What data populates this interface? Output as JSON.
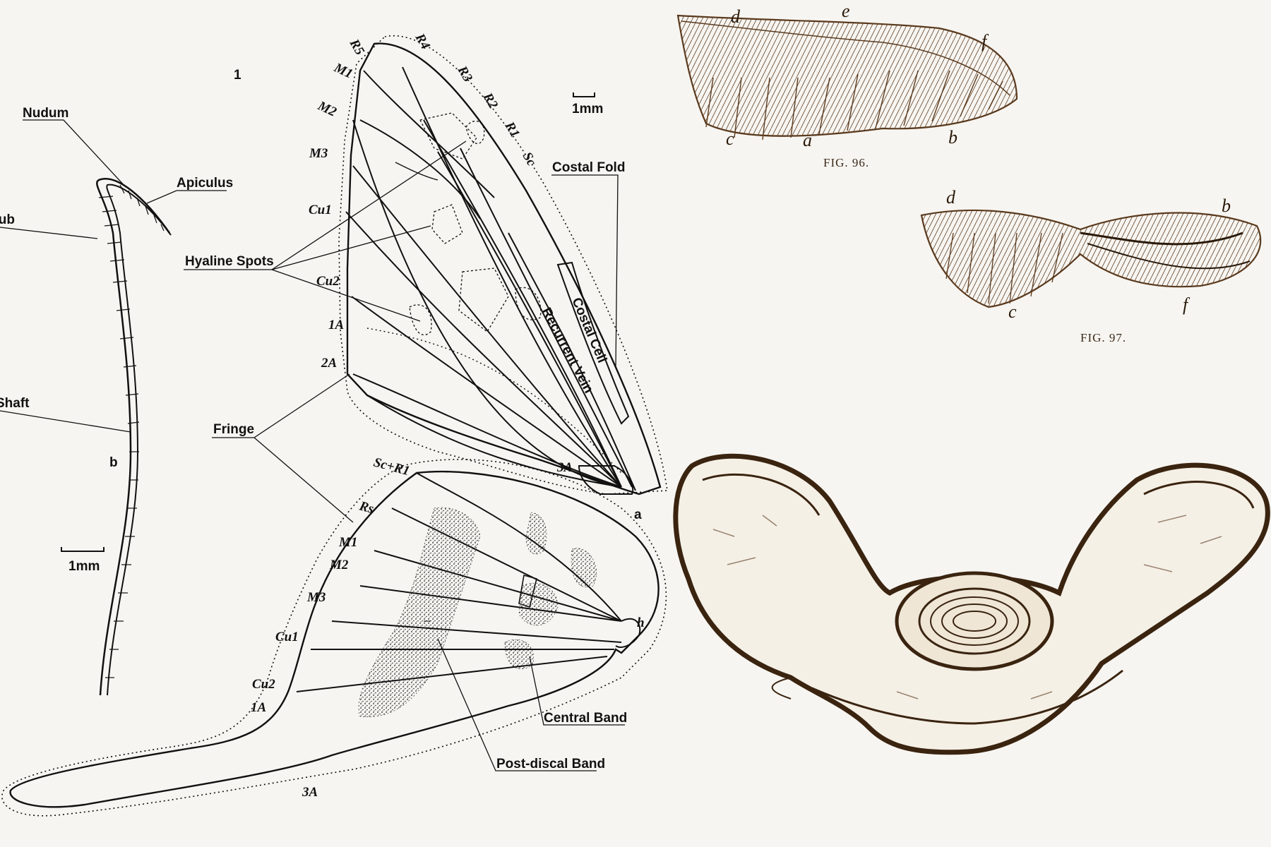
{
  "plate": {
    "number": "1",
    "panel_letters": {
      "a": "a",
      "b": "b",
      "h": "h"
    },
    "scale_labels": {
      "wing_scale": "1mm",
      "scale_scale": "1mm"
    }
  },
  "scale_labels": {
    "nudum": "Nudum",
    "apiculus": "Apiculus",
    "hub": "Hub",
    "shaft": "Shaft"
  },
  "forewing_veins": {
    "r5": "R5",
    "r4": "R4",
    "r3": "R3",
    "r2": "R2",
    "r1": "R1",
    "sc": "Sc",
    "m1": "M1",
    "m2": "M2",
    "m3": "M3",
    "cu1": "Cu1",
    "cu2": "Cu2",
    "a1": "1A",
    "a2": "2A",
    "a3": "3A"
  },
  "forewing_labels": {
    "costal_fold": "Costal Fold",
    "costal_cell": "Costal Cell",
    "recurrent_vein": "Recurrent Vein",
    "hyaline_spots": "Hyaline Spots",
    "fringe": "Fringe"
  },
  "hindwing_veins": {
    "scr1": "Sc+R1",
    "rs": "Rs",
    "m1": "M1",
    "m2": "M2",
    "m3": "M3",
    "cu1": "Cu1",
    "cu2": "Cu2",
    "a1": "1A",
    "a3": "3A"
  },
  "hindwing_labels": {
    "central_band": "Central Band",
    "postdiscal_band": "Post-discal Band"
  },
  "bird_wings": {
    "fig96": {
      "caption": "FIG. 96.",
      "letters": {
        "d": "d",
        "e": "e",
        "f": "f",
        "c": "c",
        "a": "a",
        "b": "b"
      }
    },
    "fig97": {
      "caption": "FIG. 97.",
      "letters": {
        "d": "d",
        "b": "b",
        "c": "c",
        "f": "f"
      }
    }
  },
  "colors": {
    "ink": "#111111",
    "sepia": "#5a3a1e",
    "background": "#f7f5f1"
  }
}
